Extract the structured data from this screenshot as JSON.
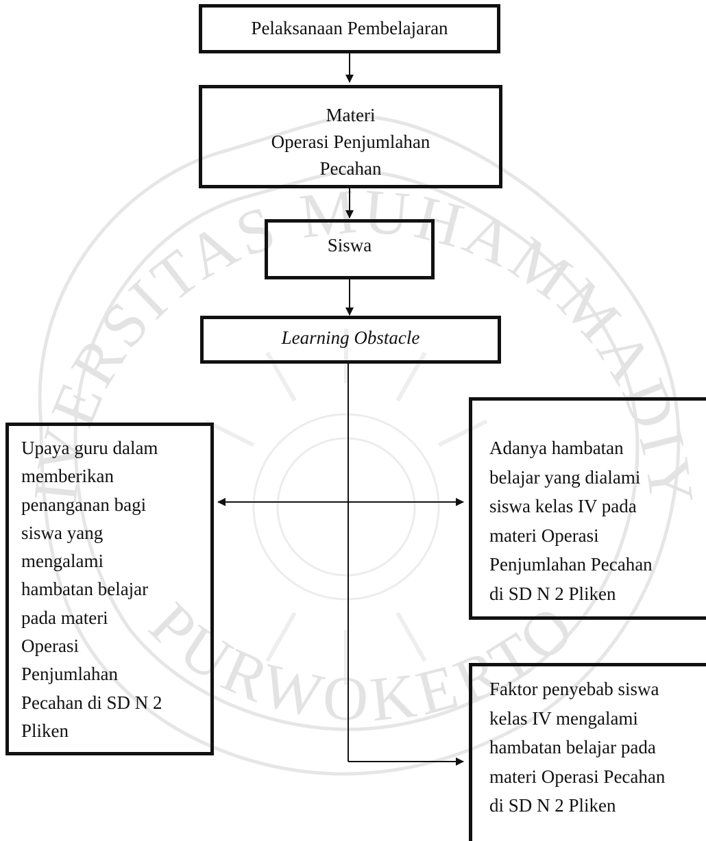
{
  "watermark": {
    "text_top": "UNIVERSITAS MUHAMMADIYAH",
    "text_bottom": "PURWOKERTO",
    "color": "#e3e3e3"
  },
  "boxes": {
    "pelaksanaan": {
      "text": "Pelaksanaan Pembelajaran"
    },
    "materi": {
      "line1": "Materi",
      "line2": "Operasi Penjumlahan",
      "line3": "Pecahan"
    },
    "siswa": {
      "text": "Siswa"
    },
    "learning_obstacle": {
      "text": "Learning Obstacle"
    },
    "upaya_guru": {
      "lines": [
        "Upaya guru dalam",
        "memberikan",
        "penanganan bagi",
        "siswa yang",
        "mengalami",
        "hambatan belajar",
        "pada materi",
        "Operasi",
        "Penjumlahan",
        "Pecahan di SD N 2",
        "Pliken"
      ]
    },
    "adanya_hambatan": {
      "lines": [
        "Adanya hambatan",
        "belajar yang dialami",
        "siswa kelas IV pada",
        "materi Operasi",
        "Penjumlahan Pecahan",
        "di SD N 2 Pliken"
      ]
    },
    "faktor_penyebab": {
      "lines": [
        "Faktor penyebab siswa",
        "kelas IV mengalami",
        "hambatan belajar pada",
        "materi Operasi Pecahan",
        "di SD N 2 Pliken"
      ]
    }
  }
}
